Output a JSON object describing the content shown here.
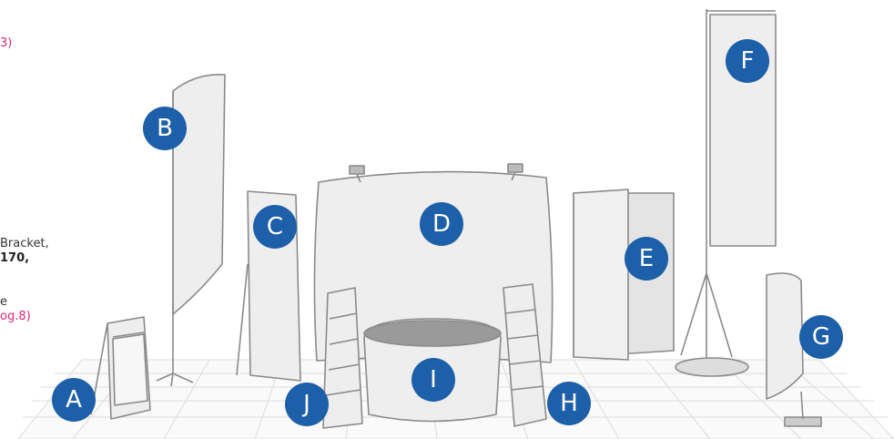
{
  "text_fragments": {
    "top_pink": "3)",
    "bracket": "Bracket,",
    "bold_170": "170,",
    "e_fragment": "e",
    "pog": "og.8)"
  },
  "badges": [
    {
      "label": "A"
    },
    {
      "label": "B"
    },
    {
      "label": "C"
    },
    {
      "label": "D"
    },
    {
      "label": "E"
    },
    {
      "label": "F"
    },
    {
      "label": "G"
    },
    {
      "label": "H"
    },
    {
      "label": "I"
    },
    {
      "label": "J"
    }
  ],
  "colors": {
    "badge": "#1d5fa8",
    "pink_text": "#d8297a",
    "panel_fill": "#eeeeee",
    "sketch_line": "#8a8a8a",
    "floor_grid": "#dcdcdc"
  }
}
